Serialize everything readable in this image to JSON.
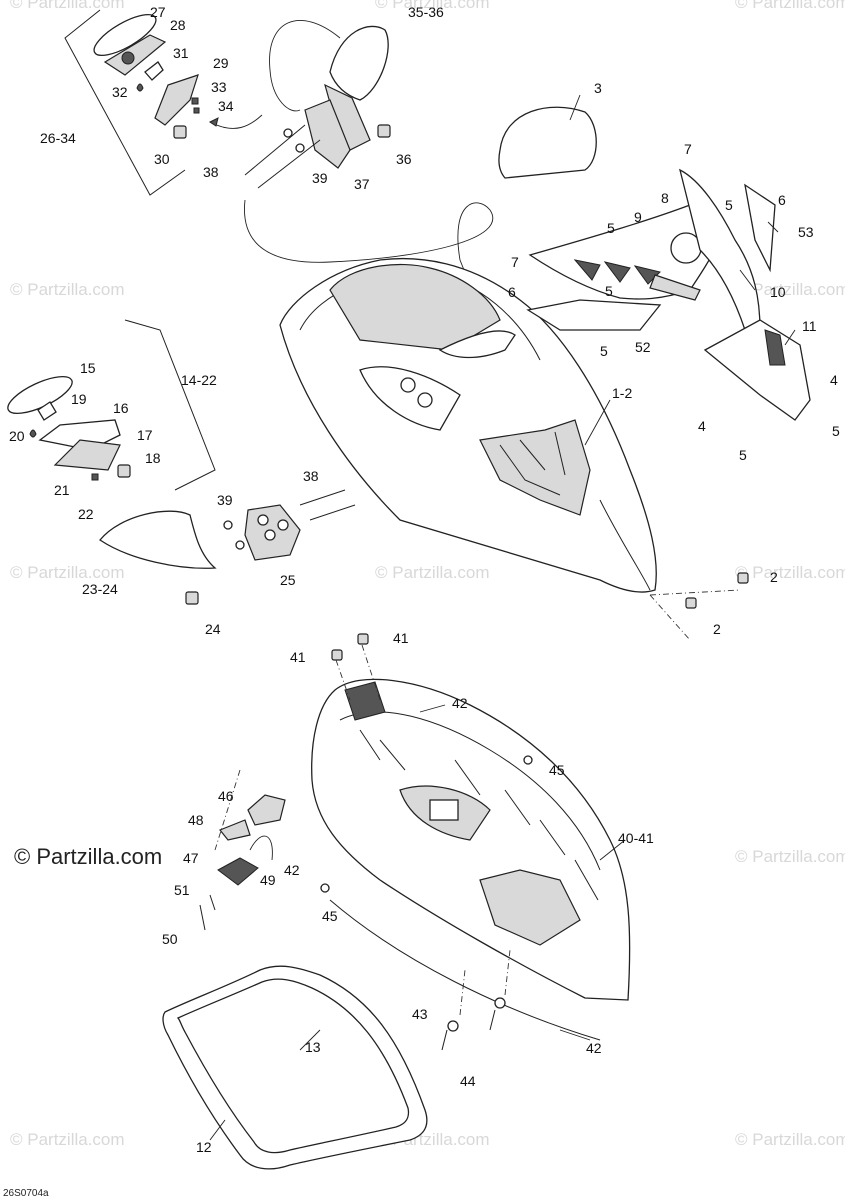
{
  "watermark": {
    "text": "© Partzilla.com"
  },
  "drawing_code": "26S0704a",
  "callouts": {
    "c27": "27",
    "c28": "28",
    "c31": "31",
    "c29": "29",
    "c32": "32",
    "c33": "33",
    "c34": "34",
    "c30": "30",
    "c2634": "26-34",
    "c3536": "35-36",
    "c36": "36",
    "c37": "37",
    "c38a": "38",
    "c39a": "39",
    "c3": "3",
    "c7a": "7",
    "c8": "8",
    "c9": "9",
    "c5a": "5",
    "c5b": "5",
    "c6a": "6",
    "c53": "53",
    "c7b": "7",
    "c6b": "6",
    "c5c": "5",
    "c5d": "5",
    "c52": "52",
    "c10": "10",
    "c11": "11",
    "c4a": "4",
    "c4b": "4",
    "c5e": "5",
    "c5f": "5",
    "c12": "1-2",
    "c15": "15",
    "c19": "19",
    "c16": "16",
    "c20": "20",
    "c17": "17",
    "c18": "18",
    "c21": "21",
    "c22": "22",
    "c1422": "14-22",
    "c38b": "38",
    "c39b": "39",
    "c2324": "23-24",
    "c25": "25",
    "c24": "24",
    "c2a": "2",
    "c2b": "2",
    "c41a": "41",
    "c41b": "41",
    "c42a": "42",
    "c45a": "45",
    "c46": "46",
    "c48": "48",
    "c47": "47",
    "c49": "49",
    "c42b": "42",
    "c4041": "40-41",
    "c51": "51",
    "c45b": "45",
    "c50": "50",
    "c43": "43",
    "c13": "13",
    "c44": "44",
    "c42c": "42",
    "c12b": "12"
  }
}
